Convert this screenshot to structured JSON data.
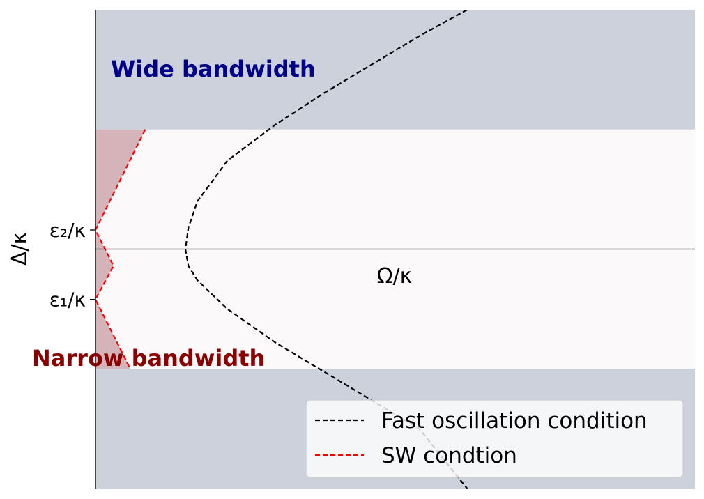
{
  "chart_data": {
    "type": "area",
    "title": "",
    "xlabel": "Ω/κ",
    "ylabel": "Δ/κ",
    "ylim": [
      -1,
      1
    ],
    "xlim": [
      0,
      1
    ],
    "grid": false,
    "legend_position": "bottom-right",
    "yticks": [
      {
        "value": 0.08,
        "label": "ε₂/κ"
      },
      {
        "value": -0.21,
        "label": "ε₁/κ"
      }
    ],
    "regions": [
      {
        "name": "wide-top",
        "x": [
          0,
          1
        ],
        "y": [
          0.5,
          1
        ],
        "color": "#ccd1db"
      },
      {
        "name": "wide-bottom",
        "x": [
          0,
          1
        ],
        "y": [
          -1,
          -0.5
        ],
        "color": "#ccd1db"
      },
      {
        "name": "sw-region",
        "color": "#d4b4b9"
      },
      {
        "name": "middle",
        "color": "#fbf9fa"
      }
    ],
    "series": [
      {
        "name": "Fast oscillation condition",
        "style": "dashed",
        "color": "#000000",
        "x": [
          0.62,
          0.54,
          0.46,
          0.38,
          0.3,
          0.22,
          0.17,
          0.155,
          0.15,
          0.155,
          0.17,
          0.22,
          0.3,
          0.38,
          0.46,
          0.54,
          0.62
        ],
        "y": [
          1.0,
          0.89,
          0.77,
          0.65,
          0.52,
          0.37,
          0.2,
          0.09,
          0.0,
          -0.07,
          -0.13,
          -0.25,
          -0.39,
          -0.51,
          -0.63,
          -0.75,
          -1.0
        ]
      },
      {
        "name": "SW condtion",
        "style": "dashed",
        "color": "#ff0000",
        "x": [
          0.083,
          0.0,
          0.03,
          0.0,
          0.058
        ],
        "y": [
          0.5,
          0.08,
          -0.07,
          -0.21,
          -0.5
        ]
      }
    ],
    "annotations": [
      {
        "text": "Wide bandwidth",
        "color": "#00008b"
      },
      {
        "text": "Narrow bandwidth",
        "color": "#8b0000"
      }
    ]
  }
}
